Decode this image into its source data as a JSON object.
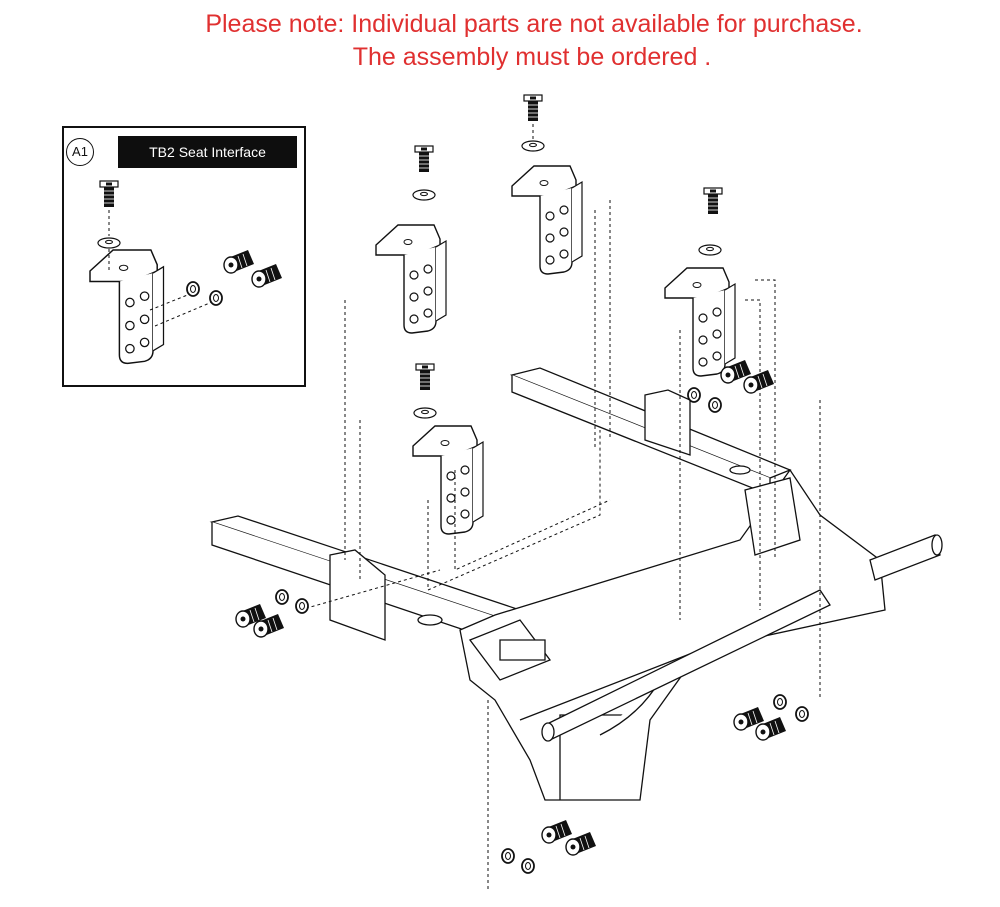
{
  "notice": {
    "line1": "Please note: Individual parts are not available for purchase.",
    "line2": "The assembly must be ordered ."
  },
  "callout": {
    "id": "A1",
    "label": "TB2 Seat Interface"
  },
  "colors": {
    "notice": "#e03030",
    "line": "#111111",
    "label_bg": "#0e0e0e",
    "label_text": "#ffffff"
  }
}
